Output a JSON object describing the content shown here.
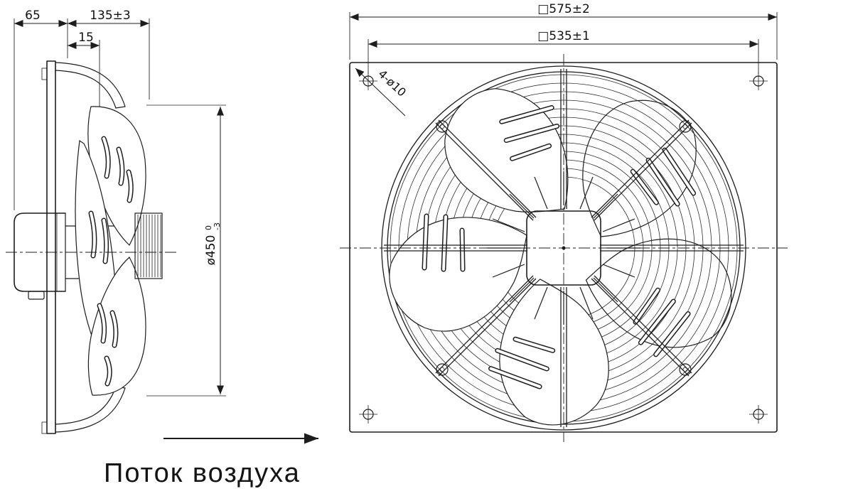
{
  "drawing": {
    "airflow_label": "Поток воздуха",
    "side_view": {
      "dim_motor_depth": "65",
      "dim_total_depth": "135±3",
      "dim_plate_offset": "15",
      "dia_value": "ø450",
      "dia_tol_upper": "0",
      "dia_tol_lower": "-3"
    },
    "front_view": {
      "dim_plate_size": "□575±2",
      "dim_hole_pitch": "□535±1",
      "dim_mounting_holes": "4-ø10"
    },
    "colors": {
      "line": "#1d1d1d",
      "background": "#ffffff"
    }
  }
}
